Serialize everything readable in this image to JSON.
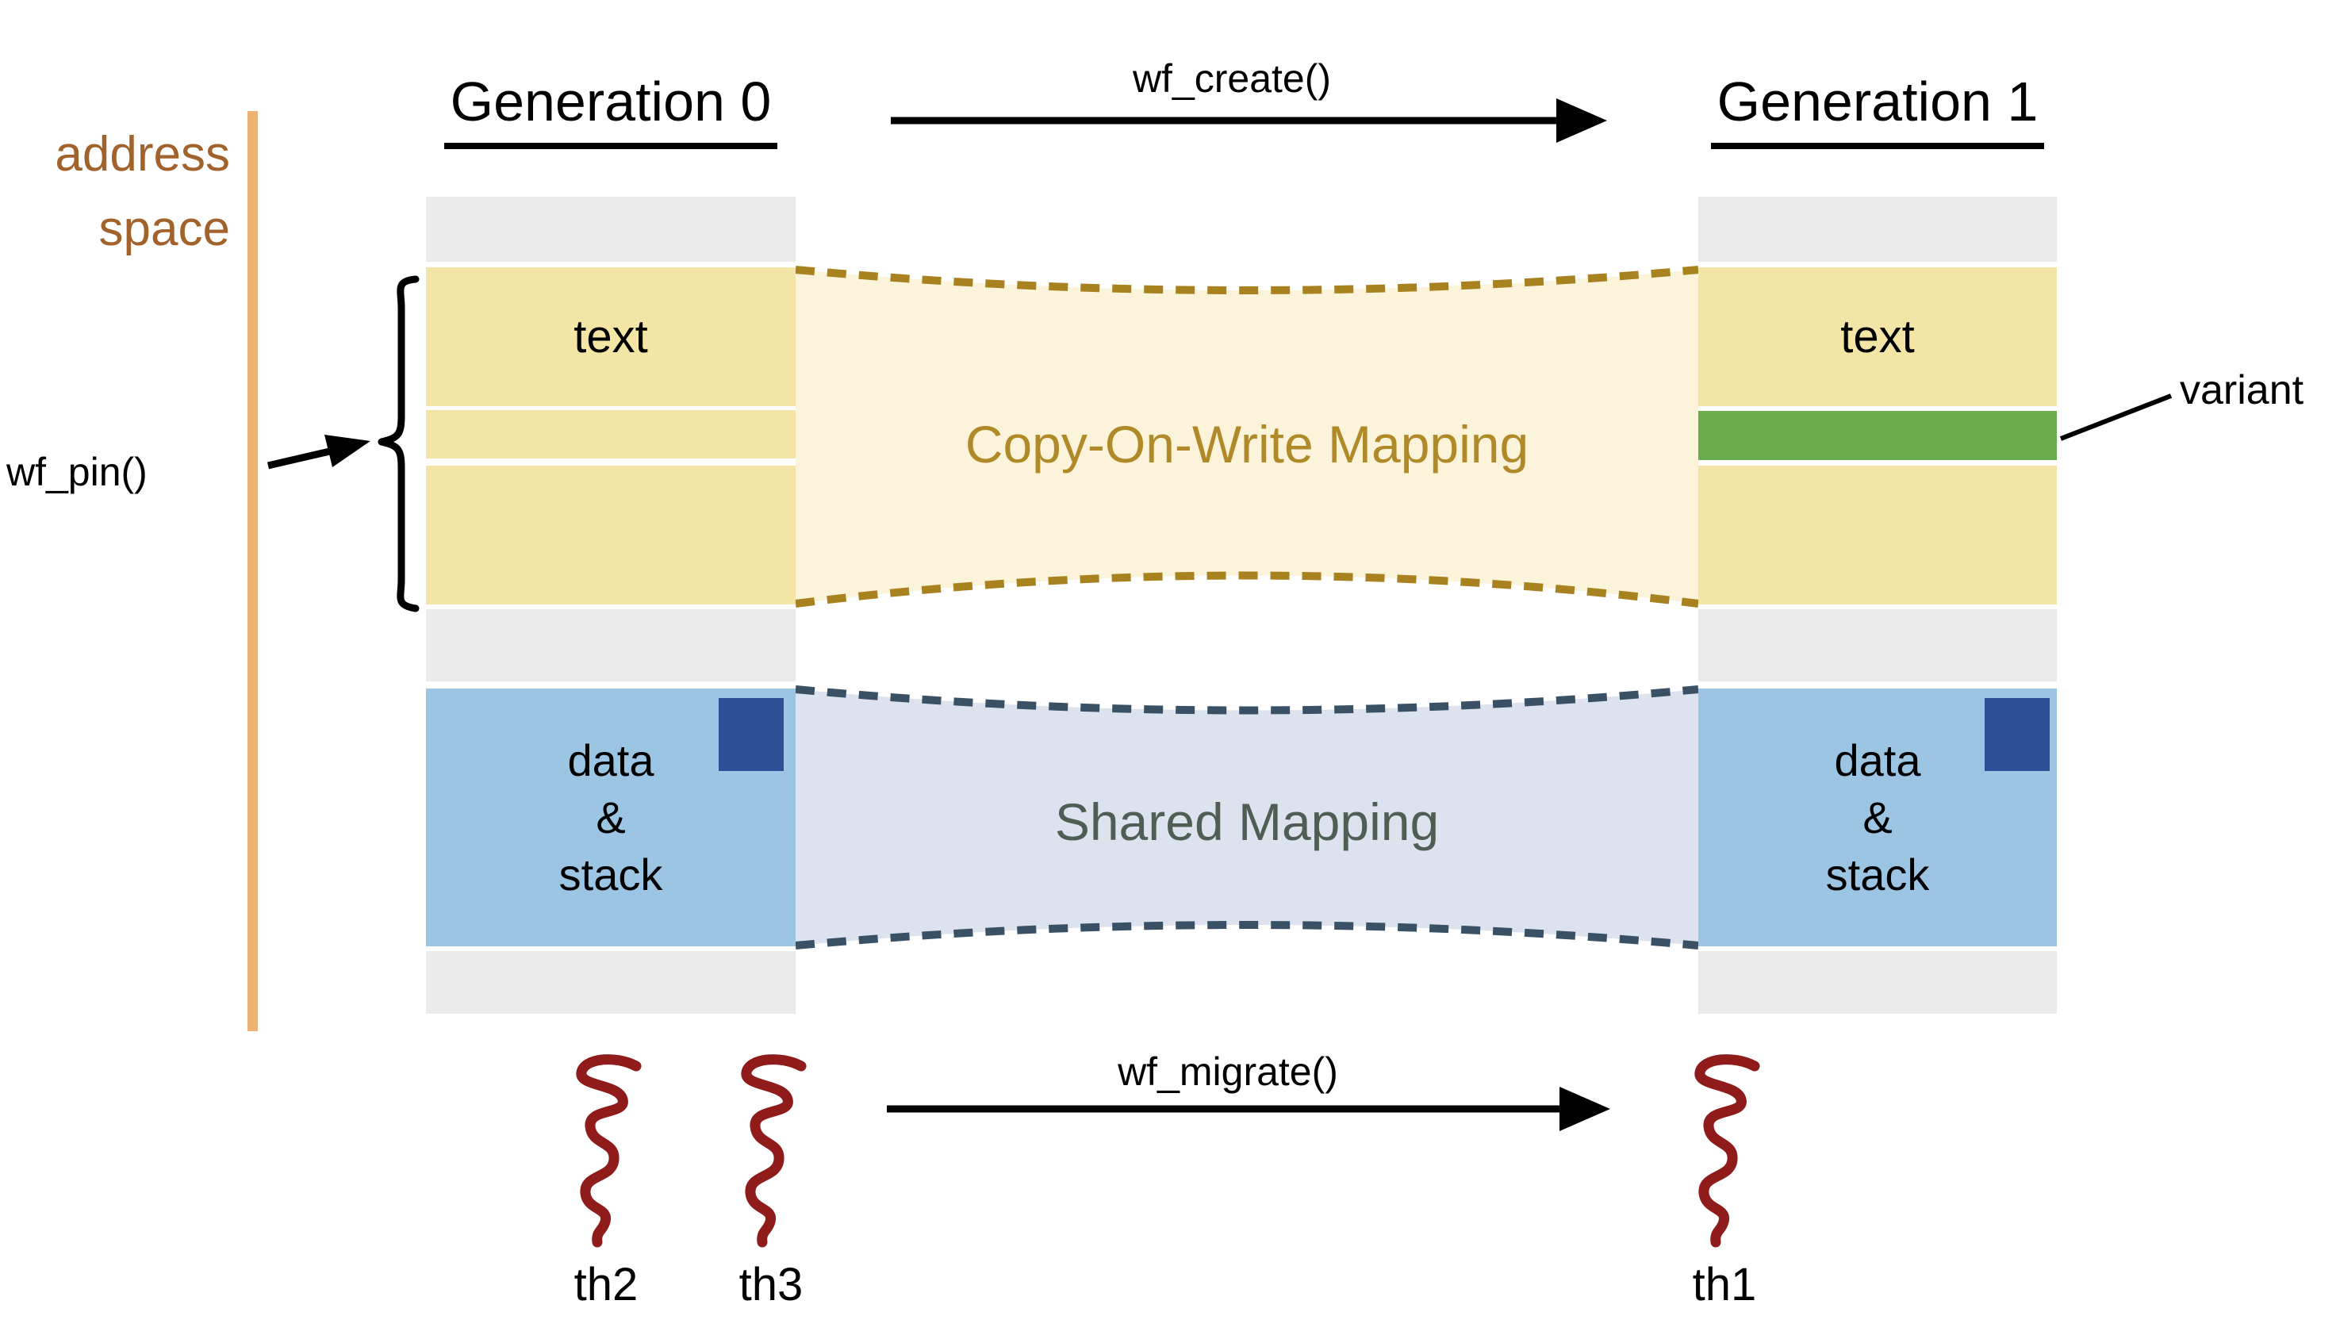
{
  "left": {
    "address_line1": "address",
    "address_line2": "space",
    "pin_label": "wf_pin()"
  },
  "header": {
    "gen0_title": "Generation 0",
    "gen1_title": "Generation 1",
    "create_label": "wf_create()"
  },
  "columns": {
    "gen0": {
      "text_label": "text",
      "data_line1": "data",
      "data_line2": "&",
      "data_line3": "stack"
    },
    "gen1": {
      "text_label": "text",
      "data_line1": "data",
      "data_line2": "&",
      "data_line3": "stack"
    }
  },
  "mappings": {
    "cow_label": "Copy-On-Write Mapping",
    "shared_label": "Shared Mapping"
  },
  "annotations": {
    "variant_label": "variant"
  },
  "footer": {
    "migrate_label": "wf_migrate()",
    "th2": "th2",
    "th3": "th3",
    "th1": "th1"
  },
  "colors": {
    "address_axis": "#EDB273",
    "address_text": "#A2622B",
    "segment_gray": "#EBEBEB",
    "segment_yellow": "#F2E5A5",
    "segment_blue": "#9CC4E3",
    "pinned_square_blue": "#2E4F95",
    "variant_green": "#6BAC4D",
    "cow_fill": "#FBF4DA",
    "cow_border": "#A8821F",
    "cow_text": "#B08A28",
    "shared_fill": "#DCE3EF",
    "shared_border": "#3A5064",
    "shared_text": "#4D5E55",
    "thread_red": "#8F1B1B"
  }
}
